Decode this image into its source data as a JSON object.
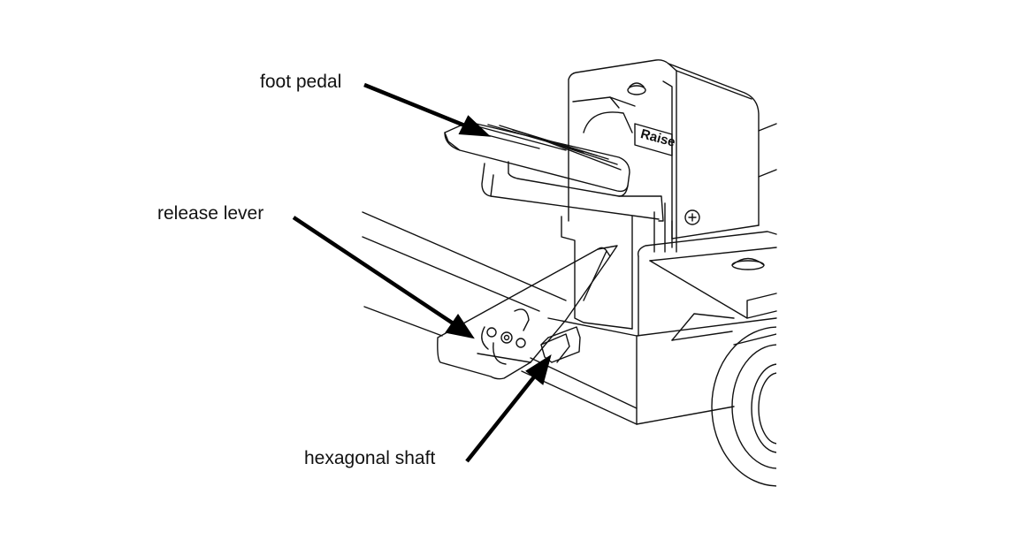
{
  "callouts": {
    "foot_pedal": "foot pedal",
    "release_lever": "release lever",
    "hexagonal_shaft": "hexagonal shaft"
  },
  "housing_label": "Raise",
  "colors": {
    "line": "#111111",
    "background": "#ffffff"
  }
}
